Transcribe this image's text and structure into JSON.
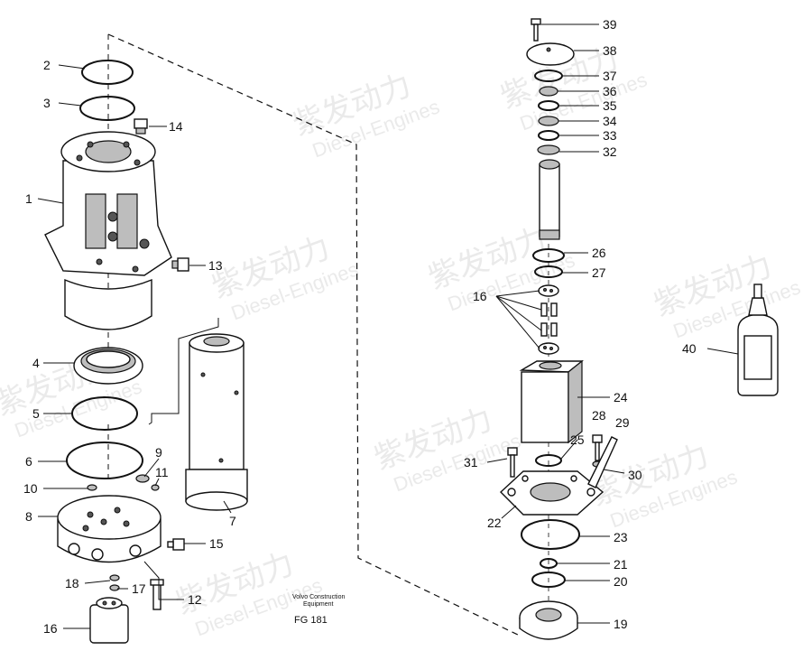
{
  "caption": {
    "line1": "Volvo Construction",
    "line2": "Equipment",
    "code": "FG 181"
  },
  "watermark": {
    "cn": "紫发动力",
    "en": "Diesel-Engines"
  },
  "labels": {
    "n1": "1",
    "n2": "2",
    "n3": "3",
    "n4": "4",
    "n5": "5",
    "n6": "6",
    "n7": "7",
    "n8": "8",
    "n9": "9",
    "n10": "10",
    "n11": "11",
    "n12": "12",
    "n13": "13",
    "n14": "14",
    "n15": "15",
    "n16a": "16",
    "n16b": "16",
    "n17": "17",
    "n18": "18",
    "n19": "19",
    "n20": "20",
    "n21": "21",
    "n22": "22",
    "n23": "23",
    "n24": "24",
    "n25": "25",
    "n26": "26",
    "n27": "27",
    "n28": "28",
    "n29": "29",
    "n30": "30",
    "n31": "31",
    "n32": "32",
    "n33": "33",
    "n34": "34",
    "n35": "35",
    "n36": "36",
    "n37": "37",
    "n38": "38",
    "n39": "39",
    "n40": "40"
  }
}
